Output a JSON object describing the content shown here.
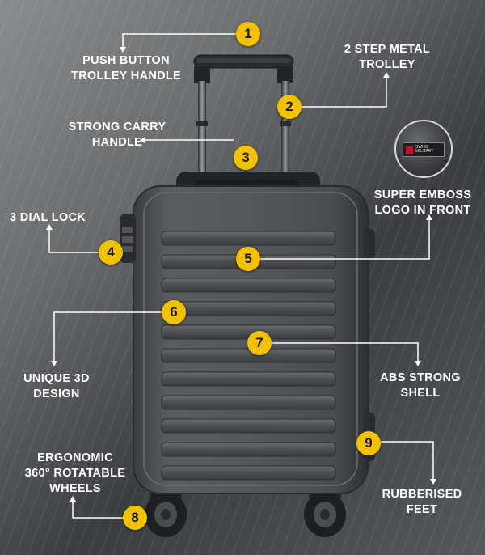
{
  "features": [
    {
      "num": "1",
      "lines": [
        "PUSH BUTTON",
        "TROLLEY HANDLE"
      ]
    },
    {
      "num": "2",
      "lines": [
        "2 STEP METAL",
        "TROLLEY"
      ]
    },
    {
      "num": "3",
      "lines": [
        "STRONG CARRY",
        "HANDLE"
      ]
    },
    {
      "num": "4",
      "lines": [
        "3 DIAL LOCK"
      ]
    },
    {
      "num": "5",
      "lines": [
        "SUPER EMBOSS",
        "LOGO IN FRONT"
      ]
    },
    {
      "num": "6",
      "lines": [
        "UNIQUE 3D",
        "DESIGN"
      ]
    },
    {
      "num": "7",
      "lines": [
        "ABS STRONG",
        "SHELL"
      ]
    },
    {
      "num": "8",
      "lines": [
        "ERGONOMIC",
        "360° ROTATABLE",
        "WHEELS"
      ]
    },
    {
      "num": "9",
      "lines": [
        "RUBBERISED",
        "FEET"
      ]
    }
  ],
  "logo": {
    "lines": [
      "SWISS",
      "MILITARY"
    ]
  },
  "colors": {
    "badge": "#f2c200",
    "label_text": "#ffffff",
    "shell": "#4a4c50"
  }
}
